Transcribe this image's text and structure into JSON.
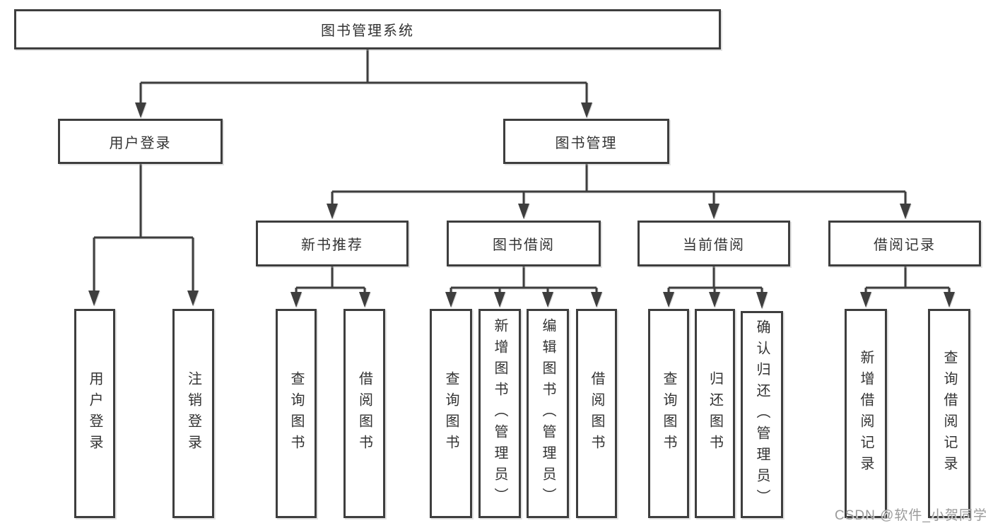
{
  "diagram": {
    "root": "图书管理系统",
    "level1": [
      "用户登录",
      "图书管理"
    ],
    "level2": [
      "新书推荐",
      "图书借阅",
      "当前借阅",
      "借阅记录"
    ],
    "leaves": {
      "login": [
        "用户登录",
        "注销登录"
      ],
      "recommend": [
        "查询图书",
        "借阅图书"
      ],
      "borrow": [
        "查询图书",
        "新增图书（管理员）",
        "编辑图书（管理员）",
        "借阅图书"
      ],
      "current": [
        "查询图书",
        "归还图书",
        "确认归还（管理员）"
      ],
      "records": [
        "新增借阅记录",
        "查询借阅记录"
      ]
    }
  },
  "watermark": "CSDN @软件_小贺同学",
  "colors": {
    "line": "#3e3e3e",
    "text": "#333333",
    "watermark": "#9b9b9b",
    "background": "#ffffff"
  }
}
